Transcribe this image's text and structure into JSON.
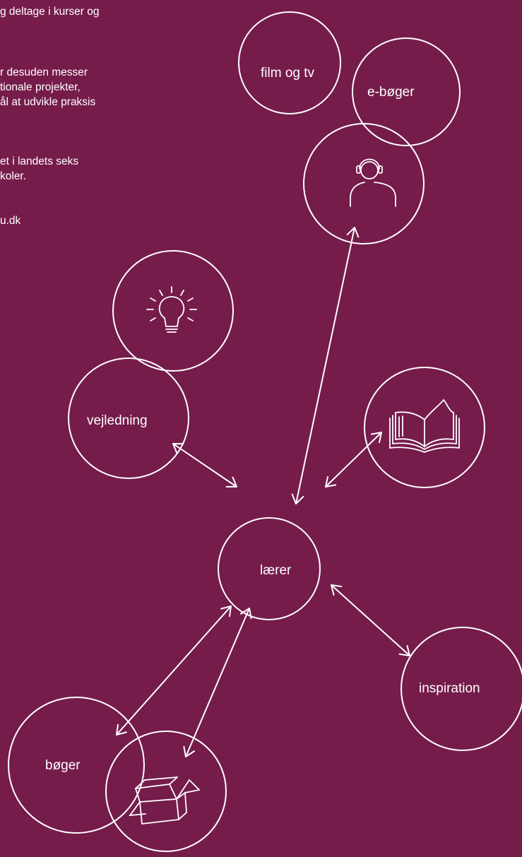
{
  "intro_text": {
    "paragraph_1": [
      "g deltage i kurser og"
    ],
    "paragraph_2": [
      "r desuden messer",
      "tionale projekter,",
      "ål at udvikle praksis"
    ],
    "paragraph_3": [
      "et i landets seks",
      "koler."
    ],
    "paragraph_4": [
      "u.dk"
    ]
  },
  "diagram": {
    "center_label": "lærer",
    "film_label": "film og tv",
    "ebooks_label": "e-bøger",
    "guidance_label": "vejledning",
    "inspiration_label": "inspiration",
    "books_label": "bøger",
    "icons": [
      "headset-person-icon",
      "lightbulb-icon",
      "open-book-icon",
      "open-box-icon"
    ]
  },
  "colors": {
    "background": "#751c4b",
    "line": "#ffffff"
  }
}
